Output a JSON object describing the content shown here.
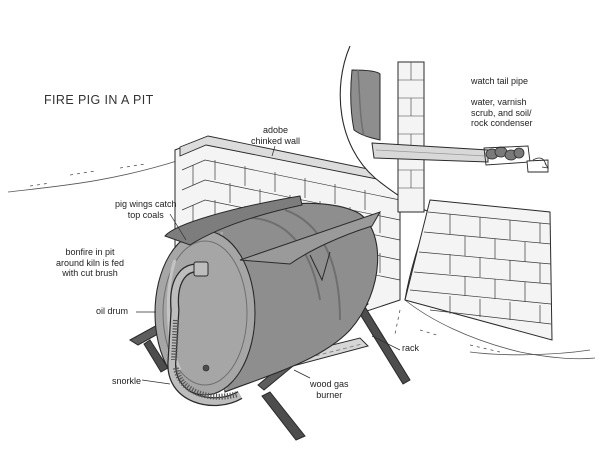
{
  "title": "FIRE PIG IN A PIT",
  "labels": {
    "adobe": [
      "adobe",
      "chinked wall"
    ],
    "watch": [
      "watch tail pipe"
    ],
    "condenser": [
      "water, varnish",
      "scrub, and soil/",
      "rock condenser"
    ],
    "wings": [
      "pig wings catch",
      "top coals"
    ],
    "bonfire": [
      "bonfire in pit",
      "around kiln is fed",
      "with cut brush"
    ],
    "oil": [
      "oil drum"
    ],
    "rack": [
      "rack"
    ],
    "snorkle": [
      "snorkle"
    ],
    "burner": [
      "wood gas",
      "burner"
    ]
  },
  "colors": {
    "line": "#2a2a2a",
    "drum": "#8e8e8e",
    "drum_light": "#a6a6a6",
    "drum_dark": "#6f6f6f",
    "wall_face": "#f4f4f4",
    "wall_shade": "#cfcfcf",
    "ground": "#e9e9e9"
  }
}
